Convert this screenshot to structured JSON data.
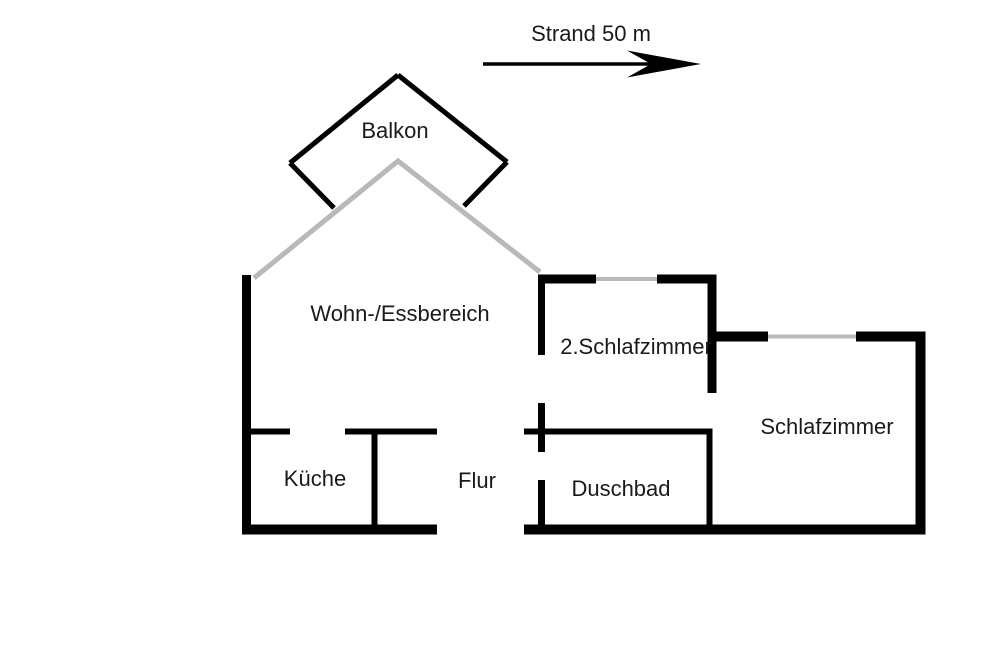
{
  "orientation": {
    "label": "Strand 50 m",
    "arrow_direction": "right"
  },
  "rooms": {
    "balkon": "Balkon",
    "wohnessbereich": "Wohn-/Essbereich",
    "schlafzimmer2": "2.Schlafzimmer",
    "schlafzimmer": "Schlafzimmer",
    "kueche": "Küche",
    "flur": "Flur",
    "duschbad": "Duschbad"
  },
  "colors": {
    "wall": "#000000",
    "window": "#b9b9b9",
    "text": "#1a1a1a",
    "background": "#ffffff"
  }
}
